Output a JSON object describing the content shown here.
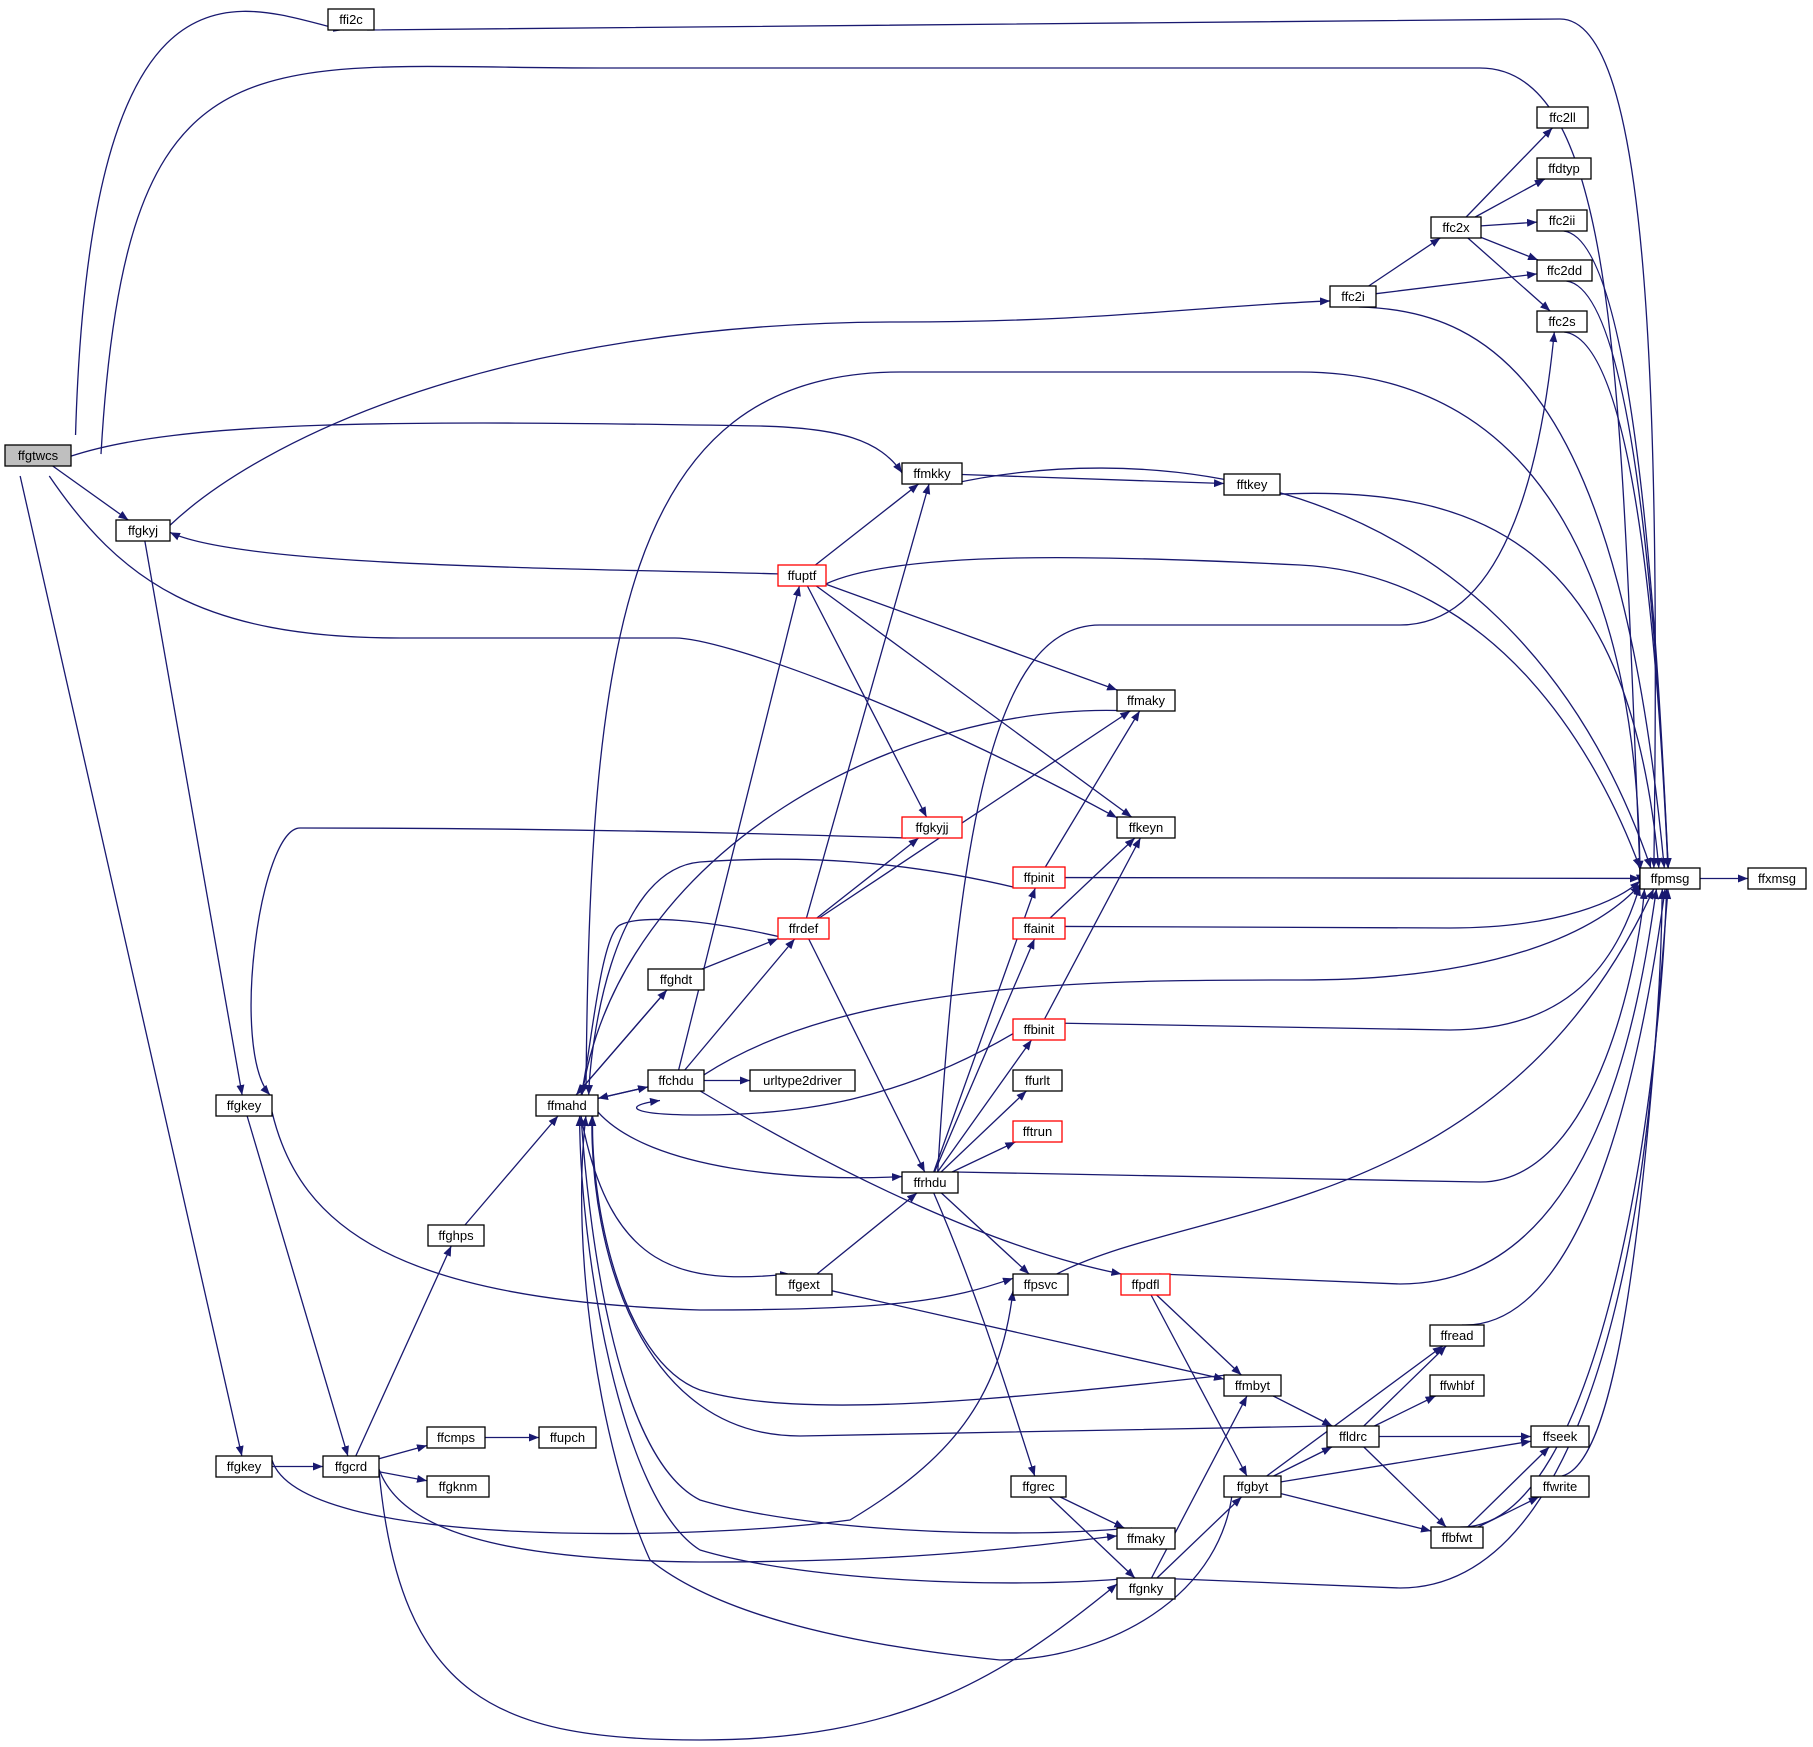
{
  "colors": {
    "edge": "#191970",
    "node_border": "#000000",
    "node_truncated_border": "#ff0000",
    "root_fill": "#bfbfbf",
    "node_fill": "#ffffff"
  },
  "nodes": [
    {
      "id": "ffgtwcs",
      "label": "ffgtwcs",
      "root": true
    },
    {
      "id": "ffi2c",
      "label": "ffi2c"
    },
    {
      "id": "ffgkyj",
      "label": "ffgkyj"
    },
    {
      "id": "ffgkey1",
      "label": "ffgkey"
    },
    {
      "id": "ffgkey2",
      "label": "ffgkey"
    },
    {
      "id": "ffgcrd",
      "label": "ffgcrd"
    },
    {
      "id": "ffcmps",
      "label": "ffcmps"
    },
    {
      "id": "ffupch",
      "label": "ffupch"
    },
    {
      "id": "ffgknm",
      "label": "ffgknm"
    },
    {
      "id": "ffghps",
      "label": "ffghps"
    },
    {
      "id": "ffmahd",
      "label": "ffmahd"
    },
    {
      "id": "ffghdt",
      "label": "ffghdt"
    },
    {
      "id": "ffchdu",
      "label": "ffchdu"
    },
    {
      "id": "urltype2driver",
      "label": "urltype2driver"
    },
    {
      "id": "ffgext",
      "label": "ffgext"
    },
    {
      "id": "ffuptf",
      "label": "ffuptf",
      "truncated": true
    },
    {
      "id": "ffrdef",
      "label": "ffrdef",
      "truncated": true
    },
    {
      "id": "ffmkky",
      "label": "ffmkky"
    },
    {
      "id": "ffgkyjj",
      "label": "ffgkyjj",
      "truncated": true
    },
    {
      "id": "ffrhdu",
      "label": "ffrhdu"
    },
    {
      "id": "ffmaky1",
      "label": "ffmaky"
    },
    {
      "id": "ffkeyn",
      "label": "ffkeyn"
    },
    {
      "id": "ffpinit",
      "label": "ffpinit",
      "truncated": true
    },
    {
      "id": "ffainit",
      "label": "ffainit",
      "truncated": true
    },
    {
      "id": "ffbinit",
      "label": "ffbinit",
      "truncated": true
    },
    {
      "id": "ffurlt",
      "label": "ffurlt"
    },
    {
      "id": "fftrun",
      "label": "fftrun",
      "truncated": true
    },
    {
      "id": "ffpsvc",
      "label": "ffpsvc"
    },
    {
      "id": "ffgrec",
      "label": "ffgrec"
    },
    {
      "id": "ffmaky2",
      "label": "ffmaky"
    },
    {
      "id": "ffgnky",
      "label": "ffgnky"
    },
    {
      "id": "fftkey",
      "label": "fftkey"
    },
    {
      "id": "ffpdfl",
      "label": "ffpdfl",
      "truncated": true
    },
    {
      "id": "ffmbyt",
      "label": "ffmbyt"
    },
    {
      "id": "ffgbyt",
      "label": "ffgbyt"
    },
    {
      "id": "ffc2i",
      "label": "ffc2i"
    },
    {
      "id": "ffc2x",
      "label": "ffc2x"
    },
    {
      "id": "ffc2ll",
      "label": "ffc2ll"
    },
    {
      "id": "ffdtyp",
      "label": "ffdtyp"
    },
    {
      "id": "ffc2ii",
      "label": "ffc2ii"
    },
    {
      "id": "ffc2dd",
      "label": "ffc2dd"
    },
    {
      "id": "ffc2s",
      "label": "ffc2s"
    },
    {
      "id": "ffread",
      "label": "ffread"
    },
    {
      "id": "ffwhbf",
      "label": "ffwhbf"
    },
    {
      "id": "ffldrc",
      "label": "ffldrc"
    },
    {
      "id": "ffseek",
      "label": "ffseek"
    },
    {
      "id": "ffwrite",
      "label": "ffwrite"
    },
    {
      "id": "ffbfwt",
      "label": "ffbfwt"
    },
    {
      "id": "ffpmsg",
      "label": "ffpmsg"
    },
    {
      "id": "ffxmsg",
      "label": "ffxmsg"
    }
  ],
  "edges": [
    [
      "ffgtwcs",
      "ffi2c"
    ],
    [
      "ffgtwcs",
      "ffpmsg"
    ],
    [
      "ffgtwcs",
      "ffmkky"
    ],
    [
      "ffgtwcs",
      "ffgkyj"
    ],
    [
      "ffgtwcs",
      "ffkeyn"
    ],
    [
      "ffgtwcs",
      "ffgkey2"
    ],
    [
      "ffi2c",
      "ffpmsg"
    ],
    [
      "ffgkyj",
      "ffc2i"
    ],
    [
      "ffgkyj",
      "ffgkey1"
    ],
    [
      "ffgkey1",
      "ffgcrd"
    ],
    [
      "ffgkey1",
      "ffpsvc"
    ],
    [
      "ffgkey2",
      "ffgcrd"
    ],
    [
      "ffgkey2",
      "ffpsvc"
    ],
    [
      "ffgcrd",
      "ffcmps"
    ],
    [
      "ffgcrd",
      "ffgknm"
    ],
    [
      "ffgcrd",
      "ffghps"
    ],
    [
      "ffgcrd",
      "ffmaky2"
    ],
    [
      "ffgcrd",
      "ffgnky"
    ],
    [
      "ffcmps",
      "ffupch"
    ],
    [
      "ffghps",
      "ffmahd"
    ],
    [
      "ffmahd",
      "ffpmsg"
    ],
    [
      "ffmahd",
      "ffghdt"
    ],
    [
      "ffmahd",
      "ffchdu"
    ],
    [
      "ffmahd",
      "ffrhdu"
    ],
    [
      "ffmahd",
      "ffgext"
    ],
    [
      "ffghdt",
      "ffmahd"
    ],
    [
      "ffghdt",
      "ffrdef"
    ],
    [
      "ffchdu",
      "ffmahd"
    ],
    [
      "ffchdu",
      "urltype2driver"
    ],
    [
      "ffchdu",
      "ffuptf"
    ],
    [
      "ffchdu",
      "ffrdef"
    ],
    [
      "ffchdu",
      "ffpmsg"
    ],
    [
      "ffchdu",
      "ffpdfl"
    ],
    [
      "ffuptf",
      "ffmkky"
    ],
    [
      "ffuptf",
      "ffgkyj"
    ],
    [
      "ffuptf",
      "ffpmsg"
    ],
    [
      "ffuptf",
      "ffmaky1"
    ],
    [
      "ffuptf",
      "ffgkyjj"
    ],
    [
      "ffuptf",
      "ffkeyn"
    ],
    [
      "ffrdef",
      "ffmahd"
    ],
    [
      "ffrdef",
      "ffmkky"
    ],
    [
      "ffrdef",
      "ffgkyjj"
    ],
    [
      "ffrdef",
      "ffmaky1"
    ],
    [
      "ffrdef",
      "ffrhdu"
    ],
    [
      "ffmkky",
      "ffpmsg"
    ],
    [
      "ffmkky",
      "fftkey"
    ],
    [
      "fftkey",
      "ffpmsg"
    ],
    [
      "ffmaky1",
      "ffmahd"
    ],
    [
      "ffgkyjj",
      "ffgkey1"
    ],
    [
      "ffpinit",
      "ffmahd"
    ],
    [
      "ffpinit",
      "ffmaky1"
    ],
    [
      "ffpinit",
      "ffpmsg"
    ],
    [
      "ffainit",
      "ffkeyn"
    ],
    [
      "ffainit",
      "ffpmsg"
    ],
    [
      "ffbinit",
      "ffkeyn"
    ],
    [
      "ffbinit",
      "ffmahd"
    ],
    [
      "ffbinit",
      "ffpmsg"
    ],
    [
      "ffrhdu",
      "ffc2s"
    ],
    [
      "ffrhdu",
      "ffpinit"
    ],
    [
      "ffrhdu",
      "ffainit"
    ],
    [
      "ffrhdu",
      "ffbinit"
    ],
    [
      "ffrhdu",
      "ffurlt"
    ],
    [
      "ffrhdu",
      "fftrun"
    ],
    [
      "ffrhdu",
      "ffpmsg"
    ],
    [
      "ffrhdu",
      "ffpsvc"
    ],
    [
      "ffrhdu",
      "ffgrec"
    ],
    [
      "ffgext",
      "ffrhdu"
    ],
    [
      "ffgext",
      "ffmbyt"
    ],
    [
      "ffpsvc",
      "ffpmsg"
    ],
    [
      "ffpdfl",
      "ffpmsg"
    ],
    [
      "ffpdfl",
      "ffmbyt"
    ],
    [
      "ffpdfl",
      "ffgbyt"
    ],
    [
      "ffmbyt",
      "ffmahd"
    ],
    [
      "ffmbyt",
      "ffldrc"
    ],
    [
      "ffgrec",
      "ffmaky2"
    ],
    [
      "ffgrec",
      "ffgnky"
    ],
    [
      "ffmaky2",
      "ffmahd"
    ],
    [
      "ffgnky",
      "ffmahd"
    ],
    [
      "ffgnky",
      "ffmbyt"
    ],
    [
      "ffgnky",
      "ffgbyt"
    ],
    [
      "ffgnky",
      "ffpmsg"
    ],
    [
      "ffgbyt",
      "ffmahd"
    ],
    [
      "ffgbyt",
      "ffread"
    ],
    [
      "ffgbyt",
      "ffldrc"
    ],
    [
      "ffgbyt",
      "ffseek"
    ],
    [
      "ffgbyt",
      "ffbfwt"
    ],
    [
      "ffldrc",
      "ffmahd"
    ],
    [
      "ffldrc",
      "ffread"
    ],
    [
      "ffldrc",
      "ffwhbf"
    ],
    [
      "ffldrc",
      "ffseek"
    ],
    [
      "ffldrc",
      "ffbfwt"
    ],
    [
      "ffbfwt",
      "ffseek"
    ],
    [
      "ffbfwt",
      "ffwrite"
    ],
    [
      "ffbfwt",
      "ffpmsg"
    ],
    [
      "ffread",
      "ffpmsg"
    ],
    [
      "ffwrite",
      "ffpmsg"
    ],
    [
      "ffc2i",
      "ffc2x"
    ],
    [
      "ffc2i",
      "ffc2dd"
    ],
    [
      "ffc2i",
      "ffpmsg"
    ],
    [
      "ffc2x",
      "ffc2ll"
    ],
    [
      "ffc2x",
      "ffdtyp"
    ],
    [
      "ffc2x",
      "ffc2ii"
    ],
    [
      "ffc2x",
      "ffc2dd"
    ],
    [
      "ffc2x",
      "ffc2s"
    ],
    [
      "ffc2ii",
      "ffpmsg"
    ],
    [
      "ffc2dd",
      "ffpmsg"
    ],
    [
      "ffc2s",
      "ffpmsg"
    ],
    [
      "ffpmsg",
      "ffxmsg"
    ]
  ]
}
